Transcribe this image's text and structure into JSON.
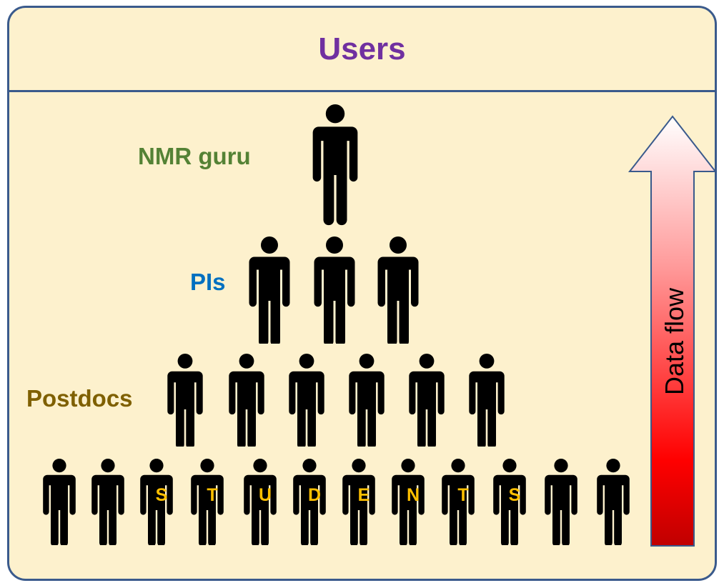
{
  "title": "Users",
  "levels": {
    "guru": "NMR guru",
    "pis": "PIs",
    "postdocs": "Postdocs"
  },
  "student_letters": [
    "S",
    "T",
    "U",
    "D",
    "E",
    "N",
    "T",
    "S"
  ],
  "arrow_label": "Data flow",
  "colors": {
    "title": "#7030a0",
    "guru": "#548235",
    "pis": "#0070c0",
    "postdocs": "#7f6000",
    "student_letters": "#ffc000",
    "border": "#3a5a8c",
    "background": "#fdf1cd",
    "person": "#000000",
    "arrow_top": "#ffffff",
    "arrow_bottom": "#c00000"
  }
}
